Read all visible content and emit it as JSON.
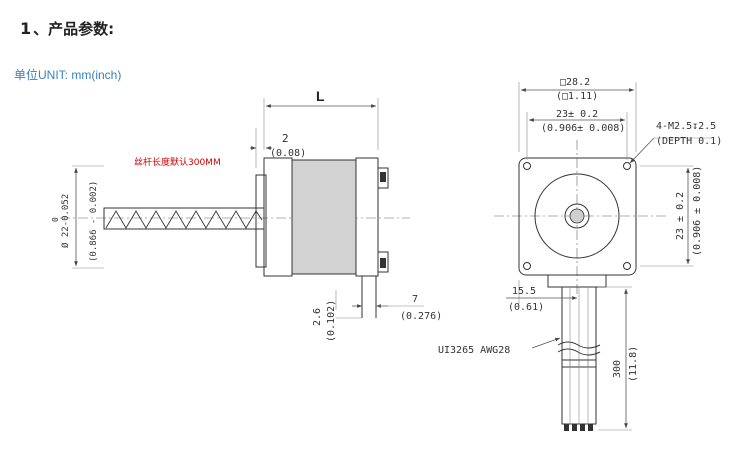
{
  "heading": {
    "number": "1",
    "text": "、产品参数:"
  },
  "unit_label": "单位UNIT: mm(inch)",
  "side_view": {
    "length_label": "L",
    "flange_thickness": "2",
    "flange_thickness_in": "(0.08)",
    "screw_note": "丝杆长度默认300MM",
    "screw_diameter": "0",
    "screw_diameter_tol": "Ø 22-0.052",
    "screw_diameter_in": "(0.866 - 0.002)",
    "wire_offset": "2.6",
    "wire_offset_in": "(0.102)",
    "wire_width": "7",
    "wire_width_in": "(0.276)"
  },
  "front_view": {
    "square_size": "□28.2",
    "square_size_in": "(□1.11)",
    "hole_spacing": "23± 0.2",
    "hole_spacing_in": "(0.906± 0.008)",
    "mount_holes": "4-M2.5↧2.5",
    "mount_depth": "(DEPTH 0.1)",
    "hole_spacing_v": "23 ± 0.2",
    "hole_spacing_v_in": "(0.906 ± 0.008)",
    "cable_offset": "15.5",
    "cable_offset_in": "(0.61)",
    "cable_spec": "UI3265 AWG28",
    "cable_length": "300",
    "cable_length_in": "(11.8)"
  },
  "colors": {
    "body_fill": "#d2d2d2",
    "note_red": "#d40000",
    "unit_blue": "#3a7ec4"
  }
}
